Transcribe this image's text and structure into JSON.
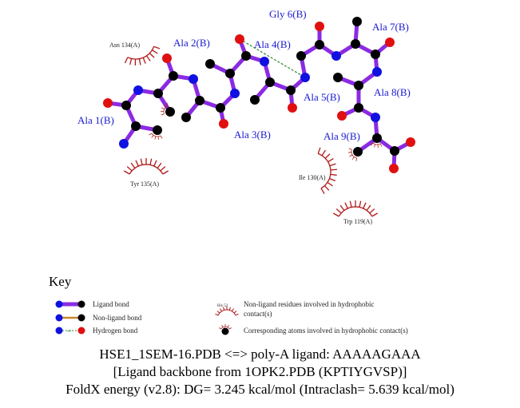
{
  "residues": {
    "ala1": "Ala 1(B)",
    "ala2": "Ala 2(B)",
    "ala3": "Ala 3(B)",
    "ala4": "Ala 4(B)",
    "ala5": "Ala 5(B)",
    "gly6": "Gly 6(B)",
    "ala7": "Ala 7(B)",
    "ala8": "Ala 8(B)",
    "ala9": "Ala 9(B)"
  },
  "hydrophobic_residues": {
    "asn134": "Asn 134(A)",
    "tyr135": "Tyr 135(A)",
    "ile130": "Ile 130(A)",
    "trp119": "Trp 119(A)"
  },
  "key": {
    "title": "Key",
    "ligand_bond": "Ligand bond",
    "non_ligand_bond": "Non-ligand bond",
    "hydrogen_bond": "Hydrogen bond",
    "hbond_distance": "3.0",
    "example_residue": "His 53",
    "non_ligand_residues": "Non-ligand residues involved in hydrophobic",
    "non_ligand_residues_2": "contact(s)",
    "corresponding_atoms": "Corresponding atoms involved in hydrophobic contact(s)"
  },
  "caption": {
    "line1": "HSE1_1SEM-16.PDB <=> poly-A ligand: AAAAAGAAA",
    "line2": "[Ligand backbone from 1OPK2.PDB (KPTIYGVSP)]",
    "line3": "FoldX energy (v2.8): DG= 3.245 kcal/mol (Intraclash= 5.639 kcal/mol)"
  },
  "colors": {
    "ligand_bond": "#8a2be2",
    "carbon": "#000000",
    "nitrogen": "#1010e0",
    "oxygen": "#e01010",
    "hbond": "#2a8a2a",
    "hydrophobic": "#b01818",
    "non_ligand_bond": "#c8882a"
  }
}
